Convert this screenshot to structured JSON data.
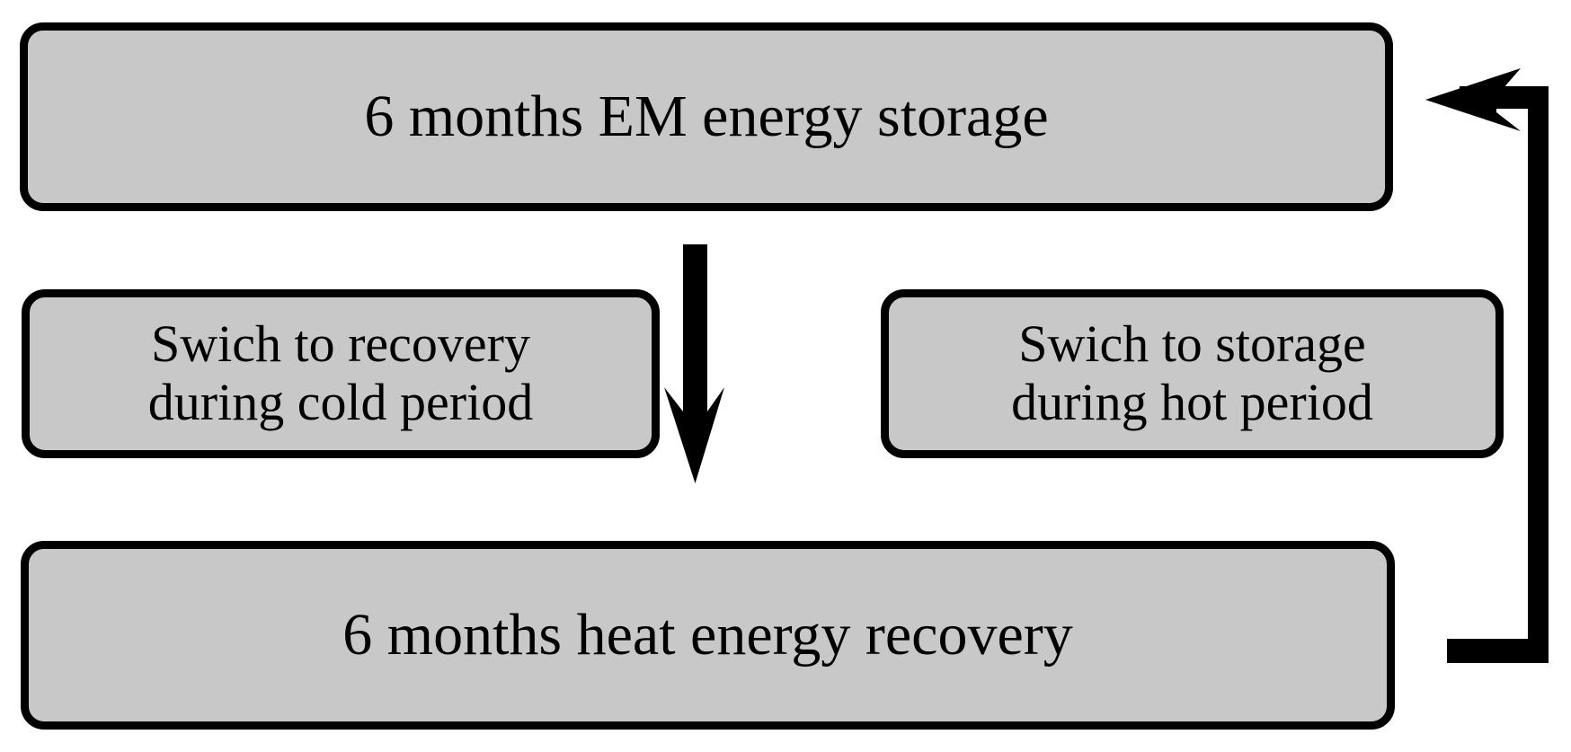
{
  "diagram": {
    "title": "6 months EM energy storage / heat energy recovery cycle",
    "background_color": "#ffffff",
    "node_fill_color": "#c8c8c8",
    "node_border_color": "#000000",
    "arrow_color": "#000000",
    "nodes": [
      {
        "id": "top",
        "label": "6 months EM energy storage",
        "role": "process-storage-phase"
      },
      {
        "id": "left",
        "label": "Swich to recovery\nduring cold period",
        "role": "transition-to-recovery"
      },
      {
        "id": "right",
        "label": "Swich to storage\nduring hot period",
        "role": "transition-to-storage"
      },
      {
        "id": "bottom",
        "label": "6 months heat energy recovery",
        "role": "process-recovery-phase"
      }
    ],
    "connectors": [
      {
        "id": "down-arrow",
        "from": "top",
        "to": "bottom",
        "direction": "down",
        "style": "solid-filled-arrow"
      },
      {
        "id": "feedback-arrow",
        "from": "bottom",
        "to": "top",
        "direction": "up-then-left",
        "style": "solid-filled-arrow"
      }
    ]
  }
}
